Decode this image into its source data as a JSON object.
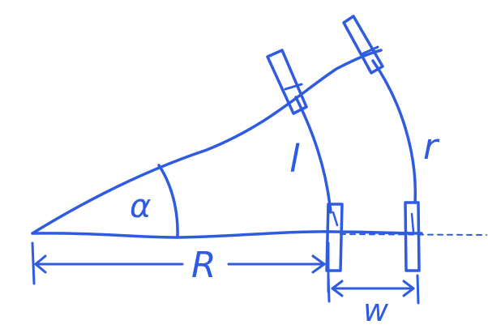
{
  "colors": {
    "ink": "#2f5be0",
    "paper": "#ffffff"
  },
  "labels": {
    "angle": "α",
    "left_track": "l",
    "right_track": "r",
    "radius": "R",
    "width": "w"
  }
}
